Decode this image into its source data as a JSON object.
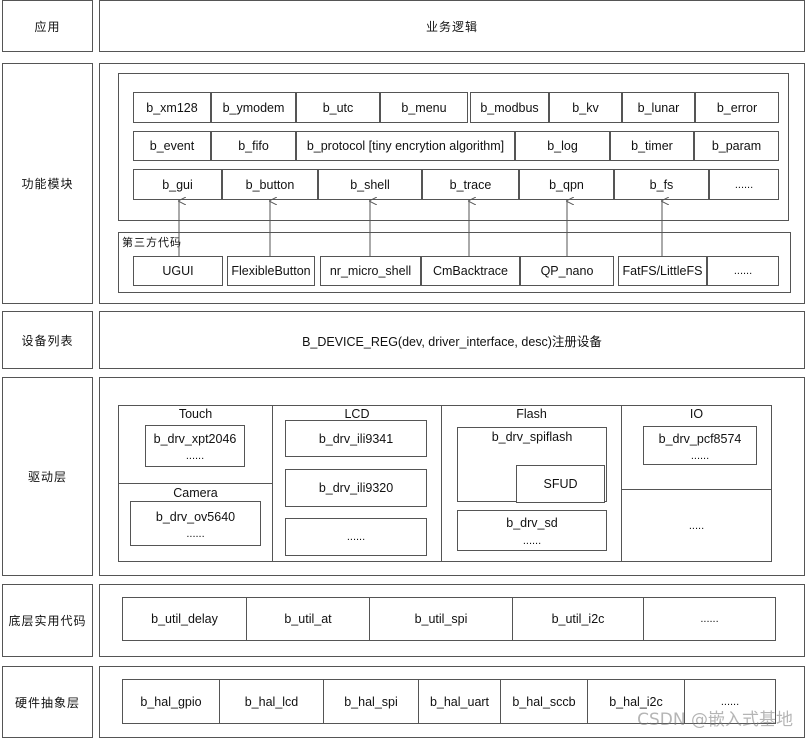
{
  "layers": {
    "app": "应用",
    "func": "功能模块",
    "dev": "设备列表",
    "drv": "驱动层",
    "util": "底层实用代码",
    "hal": "硬件抽象层"
  },
  "app_content": "业务逻辑",
  "func_rows": {
    "row1": [
      "b_xm128",
      "b_ymodem",
      "b_utc",
      "b_menu",
      "b_modbus",
      "b_kv",
      "b_lunar",
      "b_error"
    ],
    "row2": [
      "b_event",
      "b_fifo",
      "b_protocol [tiny encrytion algorithm]",
      "b_log",
      "b_timer",
      "b_param"
    ],
    "row3": [
      "b_gui",
      "b_button",
      "b_shell",
      "b_trace",
      "b_qpn",
      "b_fs",
      "......"
    ]
  },
  "third_party": {
    "label": "第三方代码",
    "items": [
      "UGUI",
      "FlexibleButton",
      "nr_micro_shell",
      "CmBacktrace",
      "QP_nano",
      "FatFS/LittleFS",
      "......"
    ]
  },
  "device_reg": "B_DEVICE_REG(dev, driver_interface, desc)注册设备",
  "drivers": {
    "touch": {
      "title": "Touch",
      "driver": "b_drv_xpt2046",
      "more": "......"
    },
    "camera": {
      "title": "Camera",
      "driver": "b_drv_ov5640",
      "more": "......"
    },
    "lcd": {
      "title": "LCD",
      "drivers": [
        "b_drv_ili9341",
        "b_drv_ili9320"
      ],
      "more": "......"
    },
    "flash": {
      "title": "Flash",
      "spiflash": "b_drv_spiflash",
      "sfud": "SFUD",
      "sd": "b_drv_sd",
      "more": "......"
    },
    "io": {
      "title": "IO",
      "driver": "b_drv_pcf8574",
      "more": "......",
      "more2": "....."
    }
  },
  "util_items": [
    "b_util_delay",
    "b_util_at",
    "b_util_spi",
    "b_util_i2c",
    "......"
  ],
  "hal_items": [
    "b_hal_gpio",
    "b_hal_lcd",
    "b_hal_spi",
    "b_hal_uart",
    "b_hal_sccb",
    "b_hal_i2c",
    "......"
  ],
  "watermark": "CSDN @嵌入式基地"
}
